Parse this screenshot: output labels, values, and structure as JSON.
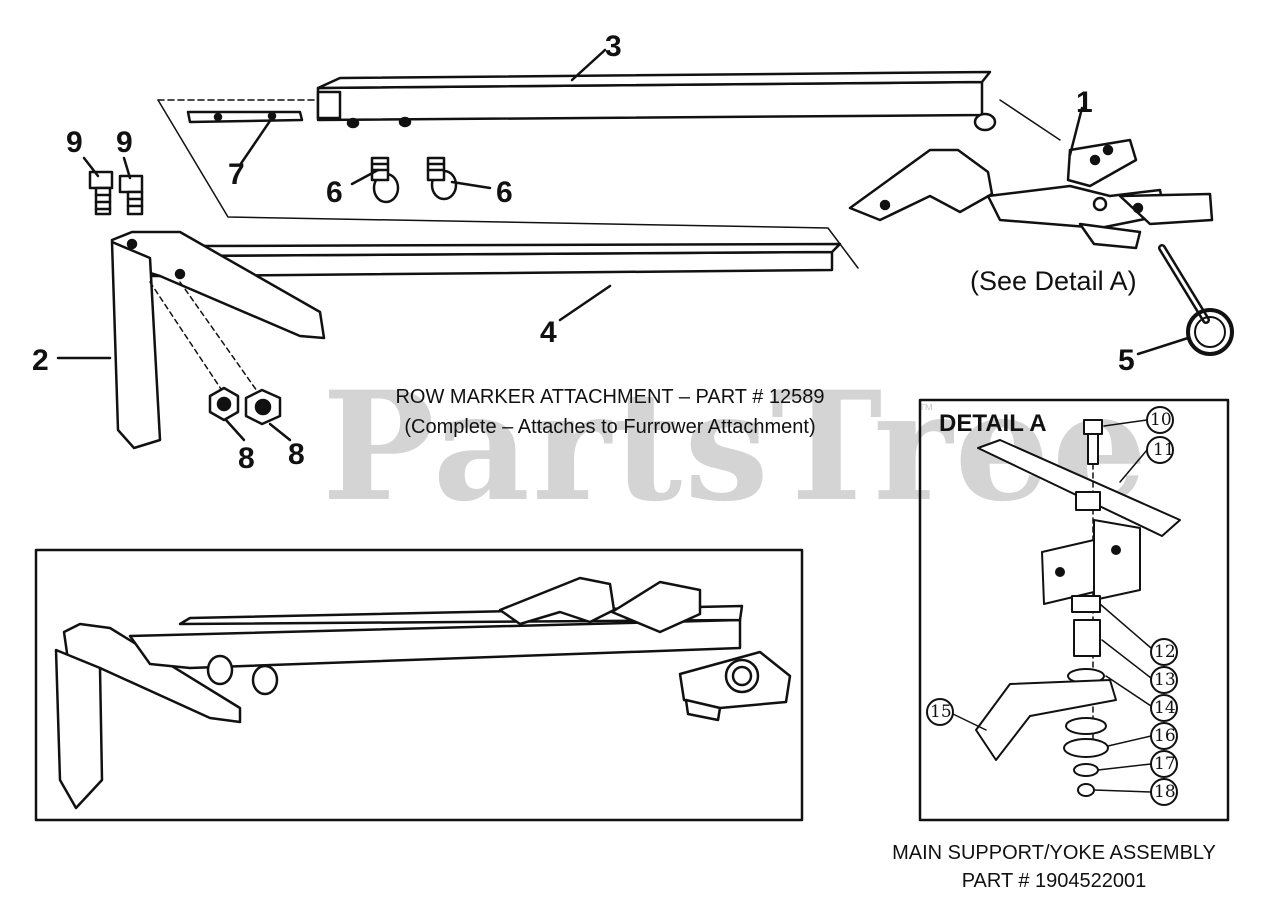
{
  "watermark": {
    "text": "PartsTree",
    "mark": "™"
  },
  "callouts": {
    "c1": "1",
    "c2": "2",
    "c3": "3",
    "c4": "4",
    "c5": "5",
    "c6a": "6",
    "c6b": "6",
    "c7": "7",
    "c8a": "8",
    "c8b": "8",
    "c9a": "9",
    "c9b": "9"
  },
  "captions": {
    "row_marker_line1": "ROW MARKER ATTACHMENT – PART # 12589",
    "row_marker_line2": "(Complete – Attaches to Furrower Attachment)",
    "see_detail": "(See Detail A)",
    "yoke_line1": "MAIN SUPPORT/YOKE ASSEMBLY",
    "yoke_line2": "PART # 1904522001"
  },
  "detail": {
    "title": "DETAIL A",
    "labels": [
      "10",
      "11",
      "12",
      "13",
      "14",
      "15",
      "16",
      "17",
      "18"
    ]
  },
  "colors": {
    "line": "#111111",
    "watermark": "#d4d4d4",
    "background": "#ffffff"
  }
}
